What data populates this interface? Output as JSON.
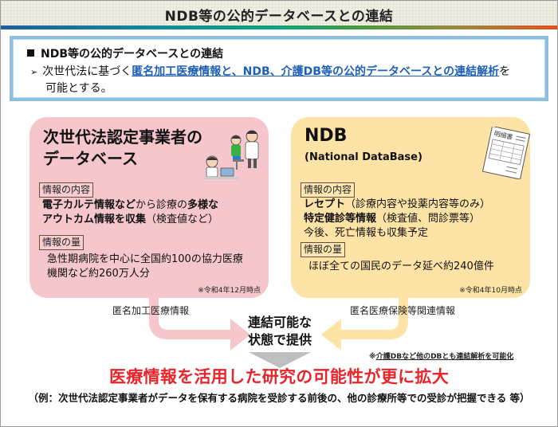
{
  "header": {
    "title": "NDB等の公的データベースとの連結"
  },
  "summary": {
    "heading": "NDB等の公的データベースとの連結",
    "bullet_prefix": "次世代法に基づく",
    "bullet_link": "匿名加工医療情報と、NDB、介護DB等の公的データベースとの連結解析",
    "bullet_suffix": "を",
    "bullet_line2": "可能とする。"
  },
  "left_card": {
    "title_line1": "次世代法認定事業者の",
    "title_line2": "データベース",
    "illustration": "doctor-examining-child-and-researcher-at-laptop",
    "content_tag": "情報の内容",
    "content_line1_bold1": "電子カルテ情報など",
    "content_line1_normal": "から診療の",
    "content_line1_bold2": "多様な",
    "content_line2_bold": "アウトカム情報を収集",
    "content_line2_normal": "（検査値など）",
    "volume_tag": "情報の量",
    "volume_line1": "急性期病院を中心に全国約100の協力医療",
    "volume_line2": "機関など約260万人分",
    "note": "※令和4年12月時点",
    "color": "#f5c6cb"
  },
  "right_card": {
    "title": "NDB",
    "subtitle": "(National DataBase)",
    "illustration": "receipt-statement-meisaisho",
    "illustration_label": "明細書",
    "content_tag": "情報の内容",
    "content_line1_bold": "レセプト",
    "content_line1_normal": "（診療内容や投薬内容等のみ）",
    "content_line2_bold": "特定健診等情報",
    "content_line2_normal": "（検査値、問診票等）",
    "content_line3": "今後、死亡情報も収集予定",
    "volume_tag": "情報の量",
    "volume_line1": "ほぼ全ての国民のデータ延べ約240億件",
    "note": "※令和4年10月時点",
    "color": "#fde4a6"
  },
  "flow": {
    "left_label": "匿名加工医療情報",
    "right_label": "匿名医療保険等関連情報",
    "center_line1": "連結可能な",
    "center_line2": "状態で提供",
    "side_note_prefix": "※",
    "side_note": "介護DBなど他のDBとも連結解析を可能化"
  },
  "result": {
    "headline": "医療情報を活用した研究の可能性が更に拡大",
    "example": "（例：次世代法認定事業者がデータを保有する病院を受診する前後の、他の診療所等での受診が把握できる 等）",
    "color": "#e8252b"
  }
}
